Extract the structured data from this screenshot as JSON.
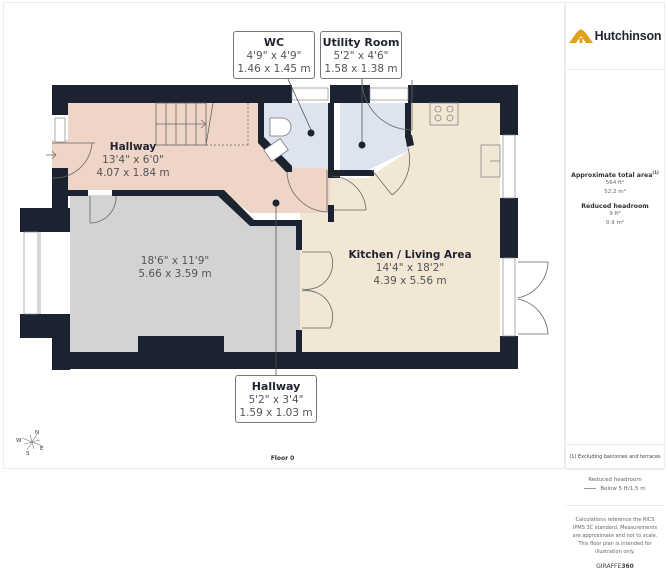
{
  "brand": {
    "name": "Hutchinson",
    "accent": "#e0a11b"
  },
  "floor_label": "Floor 0",
  "compass": {
    "n": "N",
    "e": "E",
    "s": "S",
    "w": "W"
  },
  "rooms": {
    "hallway_main": {
      "name": "Hallway",
      "imperial": "13'4\" x 6'0\"",
      "metric": "4.07 x 1.84 m"
    },
    "wc": {
      "name": "WC",
      "imperial": "4'9\" x 4'9\"",
      "metric": "1.46 x 1.45 m"
    },
    "utility": {
      "name": "Utility Room",
      "imperial": "5'2\" x 4'6\"",
      "metric": "1.58 x 1.38 m"
    },
    "living": {
      "name": "",
      "imperial": "18'6\" x 11'9\"",
      "metric": "5.66 x 3.59 m"
    },
    "kitchen": {
      "name": "Kitchen / Living Area",
      "imperial": "14'4\" x 18'2\"",
      "metric": "4.39 x 5.56 m"
    },
    "hallway_small": {
      "name": "Hallway",
      "imperial": "5'2\" x 3'4\"",
      "metric": "1.59 x 1.03 m"
    }
  },
  "colors": {
    "wall": "#1b2330",
    "hallway": "#efd5c8",
    "wc_utility": "#dde3ef",
    "living": "#d3d3d3",
    "kitchen": "#f1e7d4"
  },
  "sidebar": {
    "area_title": "Approximate total area",
    "area_sup": "(1)",
    "area_ft": "564 ft²",
    "area_m": "52.2 m²",
    "reduced_title": "Reduced headroom",
    "reduced_ft": "9 ft²",
    "reduced_m": "0.9 m²",
    "footnote": "(1) Excluding balconies and terraces",
    "legend_title": "Reduced headroom",
    "legend_item": "Below 5 ft/1.5 m",
    "disclaimer": "Calculations reference the RICS IPMS 3C standard. Measurements are approximate and not to scale. This floor plan is intended for illustration only.",
    "credit_a": "GIRAFFE",
    "credit_b": "360"
  }
}
